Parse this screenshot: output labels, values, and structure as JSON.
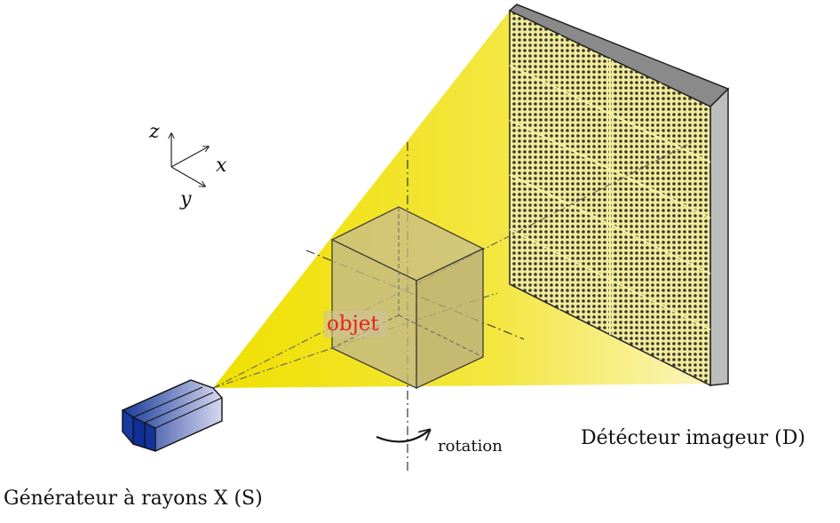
{
  "axes": {
    "z": "z",
    "x": "x",
    "y": "y"
  },
  "labels": {
    "object": "objet",
    "rotation": "rotation",
    "detector": "Détécteur imageur (D)",
    "source": "Générateur à rayons X (S)"
  },
  "colors": {
    "beam": "#f3e200",
    "object_fill": "#c9bd8f",
    "object_label": "#e8221c",
    "source_dark": "#0a2a8a",
    "source_light": "#c9cbe8",
    "detector_edge": "#b8b8b8"
  },
  "detector_grid": {
    "columns": 4,
    "rows": 5
  }
}
